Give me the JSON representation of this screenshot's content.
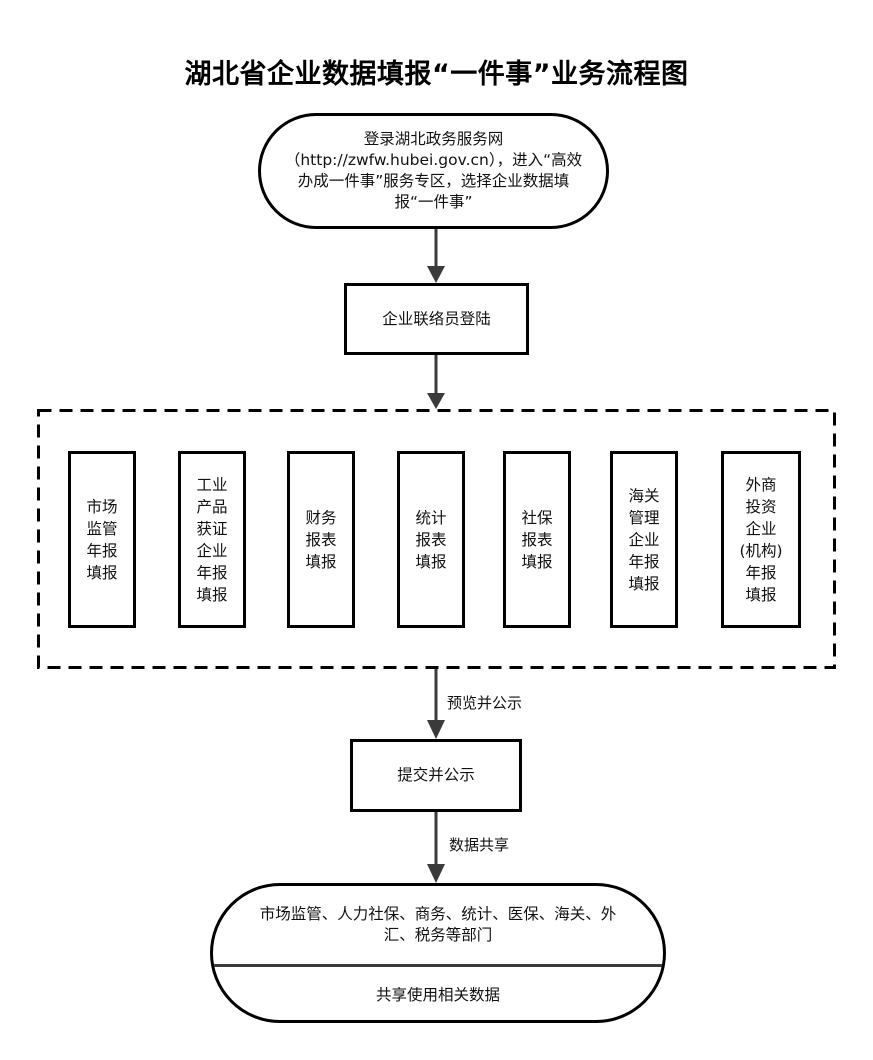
{
  "title": "湖北省企业数据填报“一件事”业务流程图",
  "start": {
    "text": "登录湖北政务服务网（http://zwfw.hubei.gov.cn），进入“高效办成一件事”服务专区，选择企业数据填报“一件事”",
    "lines": [
      "登录湖北政务服务网",
      "（http://zwfw.hubei.gov.cn），进入“高效",
      "办成一件事”服务专区，选择企业数据填",
      "报“一件事”"
    ]
  },
  "login_step": "企业联络员登陆",
  "filing_items": [
    {
      "label": "市场监管年报填报",
      "lines": [
        "市场",
        "监管",
        "年报",
        "填报"
      ]
    },
    {
      "label": "工业产品获证企业年报填报",
      "lines": [
        "工业",
        "产品",
        "获证",
        "企业",
        "年报",
        "填报"
      ]
    },
    {
      "label": "财务报表填报",
      "lines": [
        "财务",
        "报表",
        "填报"
      ]
    },
    {
      "label": "统计报表填报",
      "lines": [
        "统计",
        "报表",
        "填报"
      ]
    },
    {
      "label": "社保报表填报",
      "lines": [
        "社保",
        "报表",
        "填报"
      ]
    },
    {
      "label": "海关管理企业年报填报",
      "lines": [
        "海关",
        "管理",
        "企业",
        "年报",
        "填报"
      ]
    },
    {
      "label": "外商投资企业(机构)年报填报",
      "lines": [
        "外商",
        "投资",
        "企业",
        "(机构)",
        "年报",
        "填报"
      ]
    }
  ],
  "edge_preview": "预览并公示",
  "submit_step": "提交并公示",
  "edge_share": "数据共享",
  "end": {
    "departments": "市场监管、人力社保、商务、统计、医保、海关、外汇、税务等部门",
    "departments_lines": [
      "市场监管、人力社保、商务、统计、医保、海关、外",
      "汇、税务等部门"
    ],
    "action": "共享使用相关数据"
  },
  "colors": {
    "stroke": "#000000",
    "arrow": "#3a3a3a",
    "background": "#ffffff"
  }
}
